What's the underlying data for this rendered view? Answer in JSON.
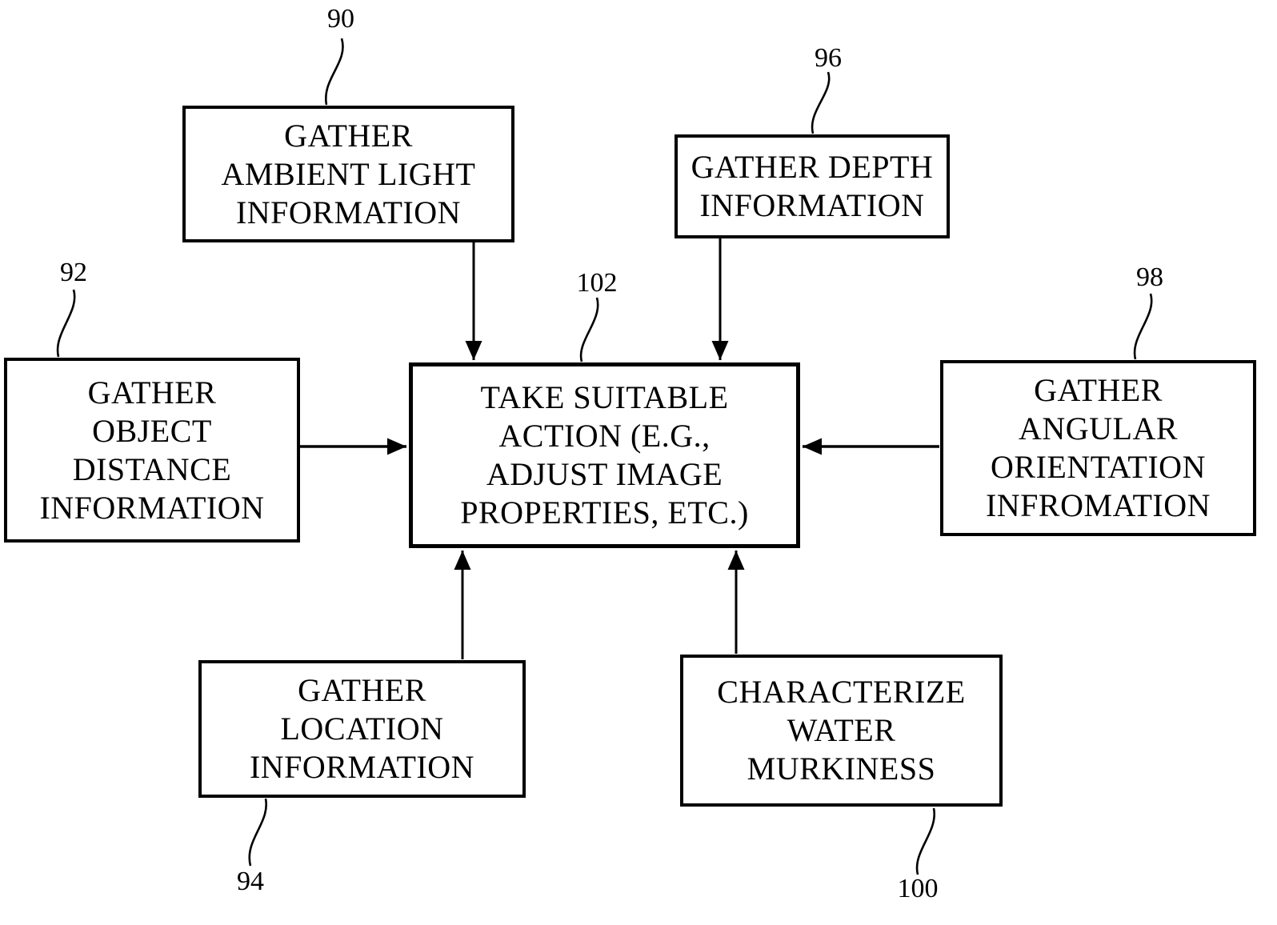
{
  "figure": {
    "kind": "patent-flowchart",
    "background_color": "#ffffff",
    "ink_color": "#000000"
  },
  "nodes": {
    "ambient_light": {
      "ref": "90",
      "lines": [
        "GATHER",
        "AMBIENT LIGHT",
        "INFORMATION"
      ]
    },
    "depth": {
      "ref": "96",
      "lines": [
        "GATHER DEPTH",
        "INFORMATION"
      ]
    },
    "object_distance": {
      "ref": "92",
      "lines": [
        "GATHER",
        "OBJECT",
        "DISTANCE",
        "INFORMATION"
      ]
    },
    "action": {
      "ref": "102",
      "lines": [
        "TAKE SUITABLE",
        "ACTION (E.G.,",
        "ADJUST IMAGE",
        "PROPERTIES, ETC.)"
      ]
    },
    "angular_orientation": {
      "ref": "98",
      "lines": [
        "GATHER",
        "ANGULAR",
        "ORIENTATION",
        "INFROMATION"
      ]
    },
    "location": {
      "ref": "94",
      "lines": [
        "GATHER",
        "LOCATION",
        "INFORMATION"
      ]
    },
    "water_murkiness": {
      "ref": "100",
      "lines": [
        "CHARACTERIZE",
        "WATER",
        "MURKINESS"
      ]
    }
  },
  "edges": [
    {
      "from": "90",
      "to": "102",
      "direction": "down"
    },
    {
      "from": "96",
      "to": "102",
      "direction": "down"
    },
    {
      "from": "92",
      "to": "102",
      "direction": "right"
    },
    {
      "from": "98",
      "to": "102",
      "direction": "left"
    },
    {
      "from": "94",
      "to": "102",
      "direction": "up"
    },
    {
      "from": "100",
      "to": "102",
      "direction": "up"
    }
  ]
}
